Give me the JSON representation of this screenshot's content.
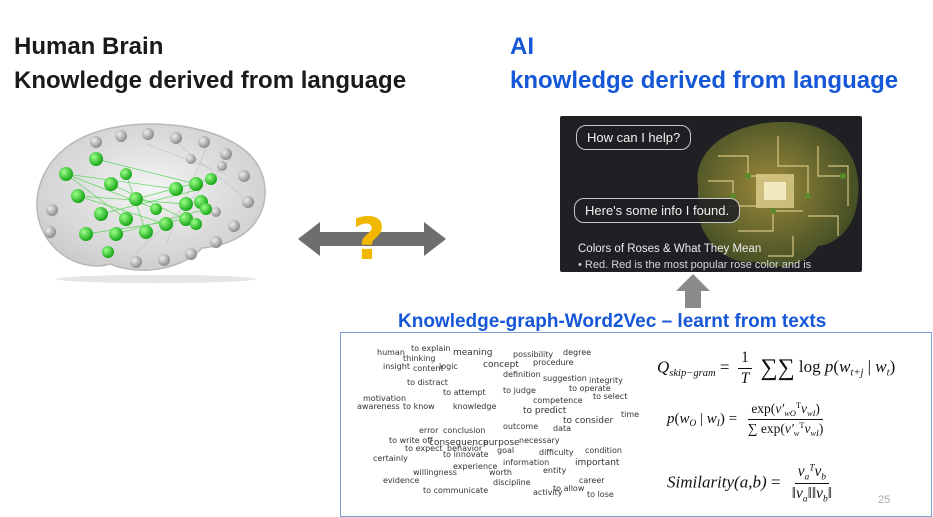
{
  "left_heading": {
    "line1": "Human Brain",
    "line2": "Knowledge derived from language"
  },
  "right_heading": {
    "line1": "AI",
    "line2": "knowledge derived from language"
  },
  "connector": {
    "symbol": "?",
    "arrow_color": "#6e6e6e",
    "symbol_color": "#f2b800"
  },
  "chat": {
    "question": "How can I help?",
    "answer": "Here's some info I found.",
    "result_title": "Colors of Roses & What They Mean",
    "result_line": "• Red. Red is the most popular rose color and is"
  },
  "knowledge_graph": {
    "title": "Knowledge-graph-Word2Vec – learnt from texts",
    "word_cloud": [
      "meaning",
      "concept",
      "possibility",
      "degree",
      "definition",
      "thinking",
      "logic",
      "knowledge",
      "to predict",
      "to select",
      "competence",
      "integrity",
      "to operate",
      "to judge",
      "motivation",
      "awareness",
      "to know",
      "certainly",
      "experience",
      "willingness",
      "to innovate",
      "to communicate",
      "difficulty",
      "condition",
      "important",
      "activity",
      "entity",
      "discipline",
      "worth",
      "career",
      "to allow",
      "to lose",
      "data",
      "outcome",
      "necessary",
      "consequence",
      "purpose",
      "goal",
      "information",
      "to write off",
      "to expect",
      "behavior",
      "error",
      "conclusion",
      "procedure",
      "time",
      "to consider",
      "to explain",
      "human",
      "insight",
      "content",
      "to distract",
      "to attempt",
      "suggestion",
      "evidence"
    ],
    "formulas": {
      "skip_gram_lhs": "Q",
      "skip_gram_sub": "skip−gram",
      "softmax_lhs": "p(w",
      "similarity_lhs": "Similarity(a,b)"
    }
  },
  "page_number": "25",
  "colors": {
    "heading_dark": "#1a1a1a",
    "heading_blue": "#1557d6",
    "node_green": "#2ecc2e",
    "node_gray": "#a8a8a8",
    "panel_dark": "#1e2023",
    "circuit_gold": "#c8a84a"
  }
}
